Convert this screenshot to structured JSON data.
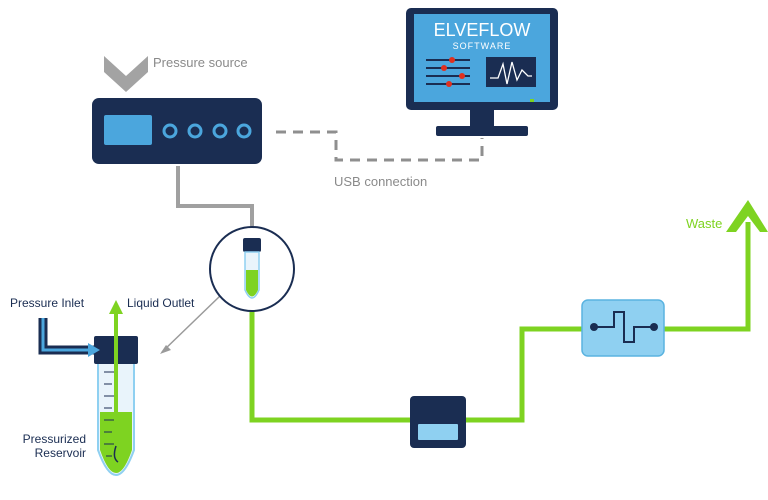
{
  "labels": {
    "pressure_source": "Pressure source",
    "usb_connection": "USB connection",
    "waste": "Waste",
    "pressure_inlet": "Pressure Inlet",
    "liquid_outlet": "Liquid Outlet",
    "reservoir_line1": "Pressurized",
    "reservoir_line2": "Reservoir"
  },
  "software": {
    "brand": "ELVEFLOW",
    "product": "SOFTWARE"
  },
  "colors": {
    "navy": "#1a2d52",
    "screen_blue": "#4ba6dd",
    "flow_green": "#7ed321",
    "cable_gray": "#a0a0a0",
    "label_gray": "#8a8a8a",
    "chip_blue": "#8fd0f1"
  },
  "icons": {
    "pressure_arrow": "chevron-down-icon",
    "waste_arrow": "chevron-up-icon"
  }
}
